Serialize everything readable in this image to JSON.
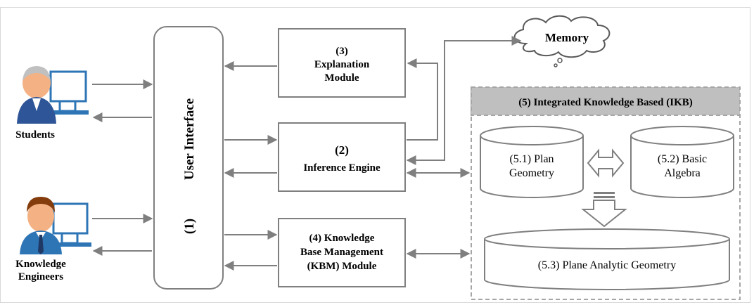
{
  "actors": {
    "students": "Students",
    "engineers_line1": "Knowledge",
    "engineers_line2": "Engineers"
  },
  "user_interface": {
    "title": "User Interface",
    "number": "(1)"
  },
  "explanation_module": {
    "number": "(3)",
    "line1": "Explanation",
    "line2": "Module"
  },
  "inference_engine": {
    "number": "(2)",
    "line1": "Inference Engine"
  },
  "kbm_module": {
    "line1": "(4) Knowledge",
    "line2": "Base Management",
    "line3": "(KBM) Module"
  },
  "memory": {
    "label": "Memory"
  },
  "ikb": {
    "title": "(5) Integrated Knowledge Based (IKB)",
    "plan_geometry_line1": "(5.1) Plan",
    "plan_geometry_line2": "Geometry",
    "basic_algebra_line1": "(5.2) Basic",
    "basic_algebra_line2": "Algebra",
    "plane_analytic": "(5.3) Plane Analytic Geometry"
  },
  "colors": {
    "border": "#7f7f7f",
    "arrow": "#7f7f7f",
    "ikb_header": "#bfbfbf",
    "person_blue": "#2e5597",
    "skin": "#f4b183"
  }
}
